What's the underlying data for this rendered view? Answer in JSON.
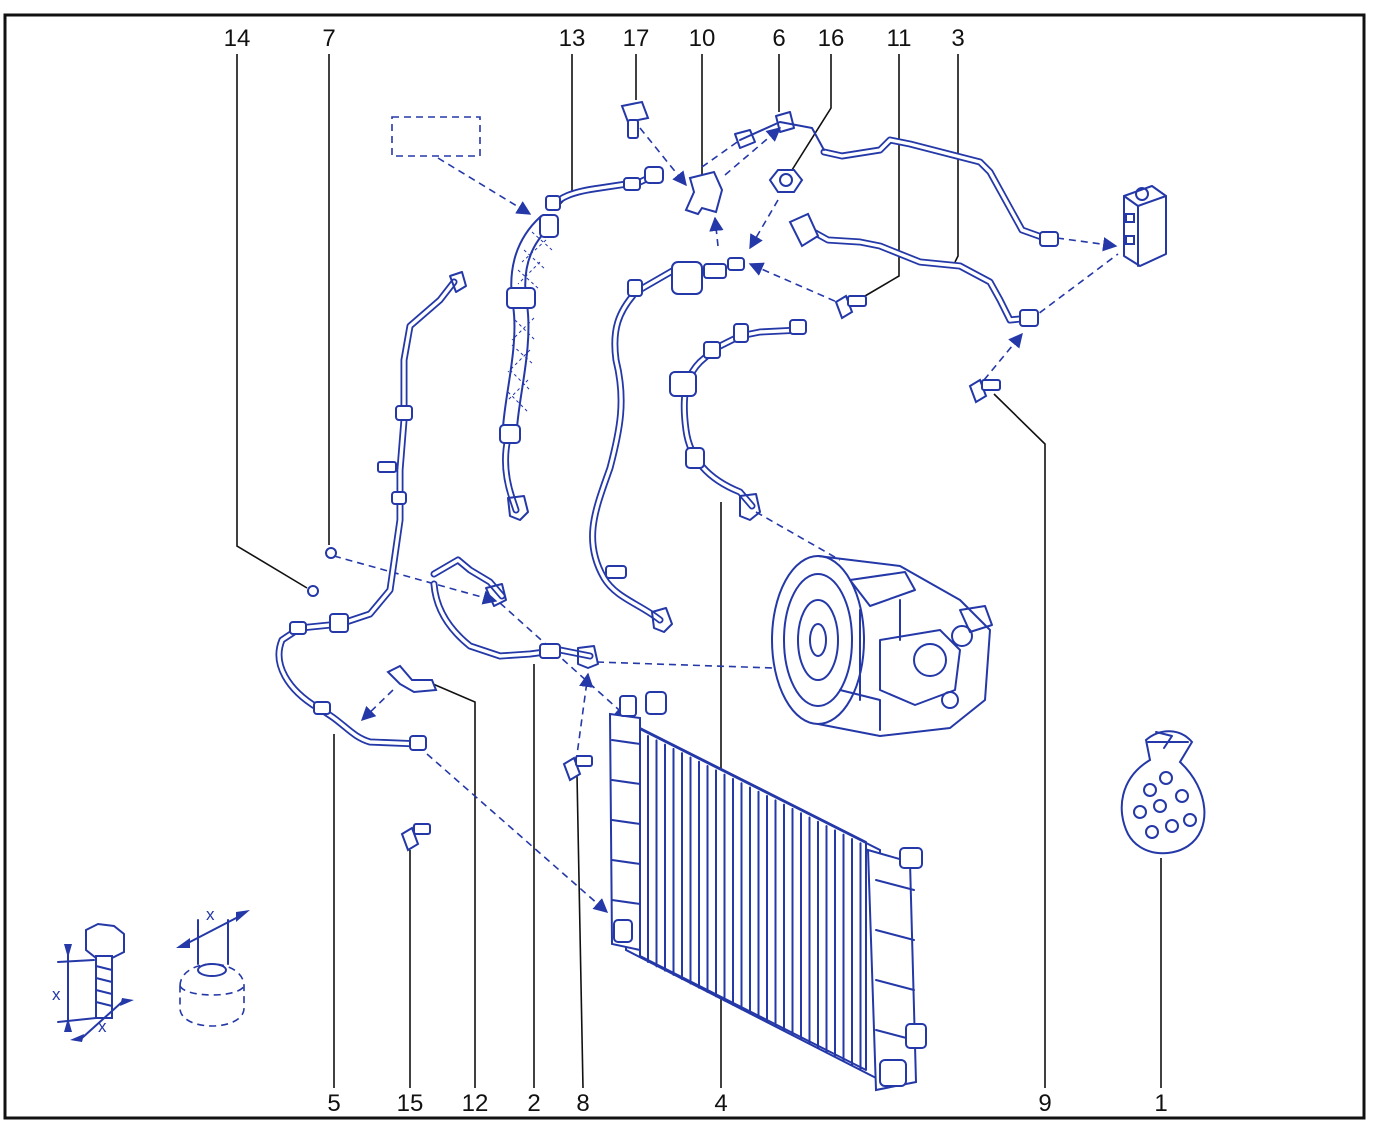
{
  "callouts_top": [
    "14",
    "7",
    "13",
    "17",
    "10",
    "6",
    "16",
    "11",
    "3"
  ],
  "callouts_bottom": [
    "5",
    "15",
    "12",
    "2",
    "8",
    "4",
    "9",
    "1"
  ],
  "torque_symbol_label": "x",
  "colors": {
    "line_art": "#2438a8",
    "frame": "#111111",
    "background": "#ffffff"
  }
}
